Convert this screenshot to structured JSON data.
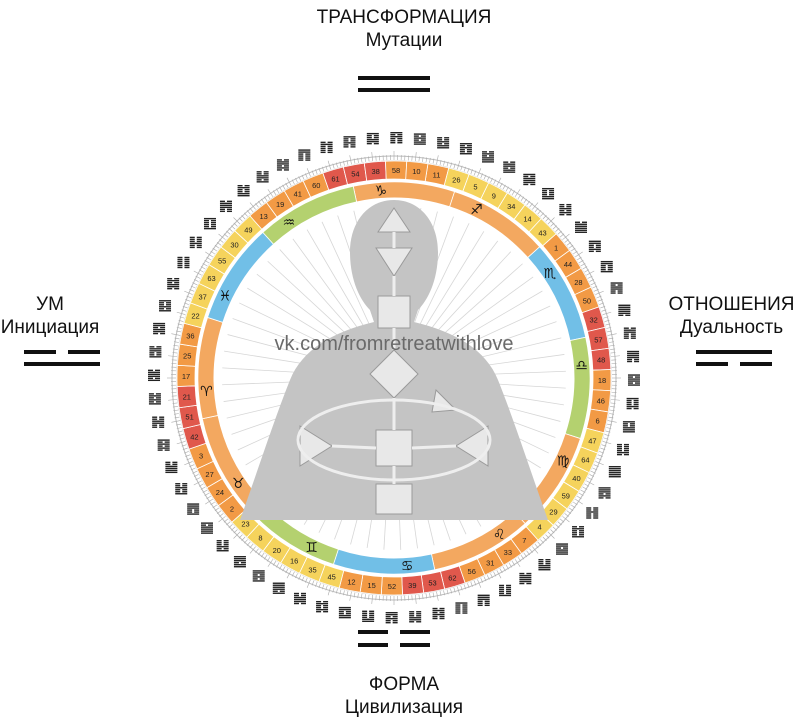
{
  "quadrants": {
    "top": {
      "title": "ТРАНСФОРМАЦИЯ",
      "subtitle": "Мутации",
      "lines": [
        [
          1
        ],
        [
          1
        ]
      ]
    },
    "bottom": {
      "title": "ФОРМА",
      "subtitle": "Цивилизация",
      "lines": [
        [
          1,
          1
        ],
        [
          1,
          1
        ]
      ]
    },
    "left": {
      "title": "УМ",
      "subtitle": "Инициация",
      "lines": [
        [
          1,
          1
        ],
        [
          1
        ]
      ]
    },
    "right": {
      "title": "ОТНОШЕНИЯ",
      "subtitle": "Дуальность",
      "lines": [
        [
          1
        ],
        [
          1,
          1
        ]
      ]
    }
  },
  "watermark": "vk.com/fromretreatwithlove",
  "zodiac": [
    "♑",
    "♐",
    "♏",
    "♎",
    "♍",
    "♌",
    "♋",
    "♊",
    "♉",
    "♈",
    "♓",
    "♒"
  ],
  "gates": [
    "11",
    "26",
    "5",
    "9",
    "34",
    "14",
    "43",
    "1",
    "44",
    "28",
    "50",
    "32",
    "57",
    "48",
    "18",
    "46",
    "6",
    "47",
    "64",
    "40",
    "59",
    "29",
    "4",
    "7",
    "33",
    "31",
    "56",
    "62",
    "53",
    "39",
    "52",
    "15",
    "12",
    "45",
    "35",
    "16",
    "20",
    "8",
    "23",
    "2",
    "24",
    "27",
    "3",
    "42",
    "51",
    "21",
    "17",
    "25",
    "36",
    "22",
    "37",
    "63",
    "55",
    "30",
    "49",
    "13",
    "19",
    "41",
    "60",
    "61",
    "54",
    "38",
    "58",
    "10"
  ],
  "colors": {
    "red": "#e0584c",
    "orange": "#f29a45",
    "yellow": "#f5d35c",
    "green": "#a8c957",
    "blue": "#59b4e3",
    "grey": "#b3b3b3"
  }
}
